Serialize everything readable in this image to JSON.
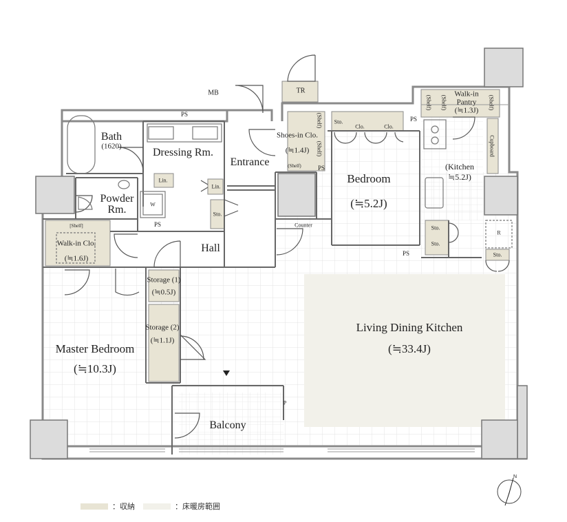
{
  "rooms": {
    "bath": "Bath",
    "bath_size": "(1620)",
    "dressing": "Dressing Rm.",
    "entrance": "Entrance",
    "powder_line1": "Powder",
    "powder_line2": "Rm.",
    "walkin_clo": "Walk-in Clo.",
    "walkin_clo_size": "(≒1.6J)",
    "hall": "Hall",
    "storage1": "Storage (1)",
    "storage1_size": "(≒0.5J)",
    "storage2": "Storage (2)",
    "storage2_size": "(≒1.1J)",
    "master_bedroom": "Master Bedroom",
    "master_bedroom_size": "(≒10.3J)",
    "shoes_clo": "Shoes-in Clo.",
    "shoes_clo_size": "(≒1.4J)",
    "bedroom": "Bedroom",
    "bedroom_size": "(≒5.2J)",
    "kitchen": "(Kitchen",
    "kitchen_size": "≒5.2J)",
    "pantry_line1": "Walk-in",
    "pantry_line2": "Pantry",
    "pantry_size": "(≒1.3J)",
    "ldk": "Living Dining Kitchen",
    "ldk_size": "(≒33.4J)",
    "balcony": "Balcony"
  },
  "fixtures": {
    "mb": "MB",
    "tr": "TR",
    "ps": "PS",
    "lin": "Lin.",
    "w": "W",
    "sto": "Sto.",
    "clo": "Clo.",
    "counter": "Counter",
    "shelf": "(Shelf)",
    "shelf_bracket": "[Shelf]",
    "cupboard": "Cupboard",
    "r": "R",
    "p": "P"
  },
  "legend": {
    "storage_label": "：収納",
    "heating_label": "：床暖房範囲",
    "storage_color": "#e8e4d4",
    "heating_color": "#f2f1ea"
  },
  "colors": {
    "wall": "#8a8a8a",
    "line": "#555555",
    "grid": "#e3e3e3",
    "storage": "#e8e4d4",
    "heating": "#f2f1ea",
    "column": "#dcdcdc"
  }
}
